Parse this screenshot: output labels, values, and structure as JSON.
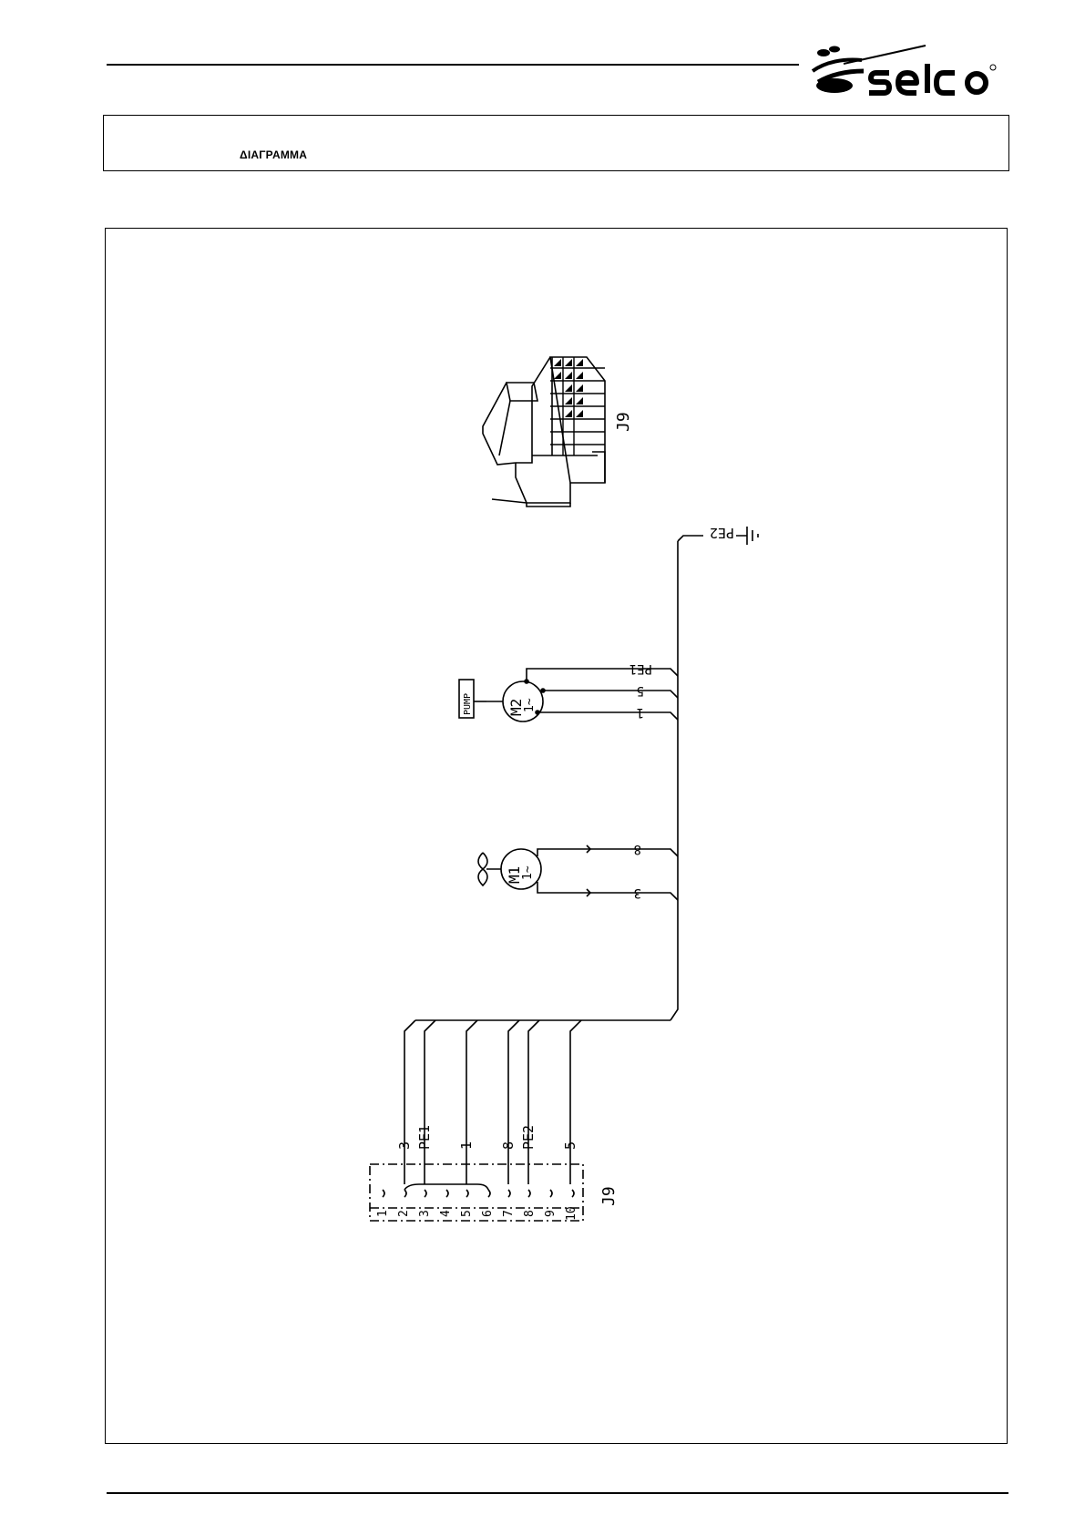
{
  "header": {
    "title": "ΔΙΑΓΡΑΜΜΑ",
    "logo_text": "selco"
  },
  "diagram": {
    "connector_label_top": "J9",
    "connector_label_bottom": "J9",
    "ground_wire_label": "PE2",
    "pump": {
      "label": "PUMP",
      "motor_name": "M2",
      "motor_phase": "1~",
      "wire_labels": [
        "PE1",
        "5",
        "1"
      ]
    },
    "fan": {
      "motor_name": "M1",
      "motor_phase": "1~",
      "wire_labels": [
        "8",
        "3"
      ]
    },
    "harness_wire_labels": [
      "3",
      "PE1",
      "1",
      "8",
      "PE2",
      "5"
    ],
    "pin_numbers": [
      "1",
      "2",
      "3",
      "4",
      "5",
      "6",
      "7",
      "8",
      "9",
      "10"
    ]
  },
  "colors": {
    "ink": "#000000",
    "paper": "#ffffff"
  }
}
